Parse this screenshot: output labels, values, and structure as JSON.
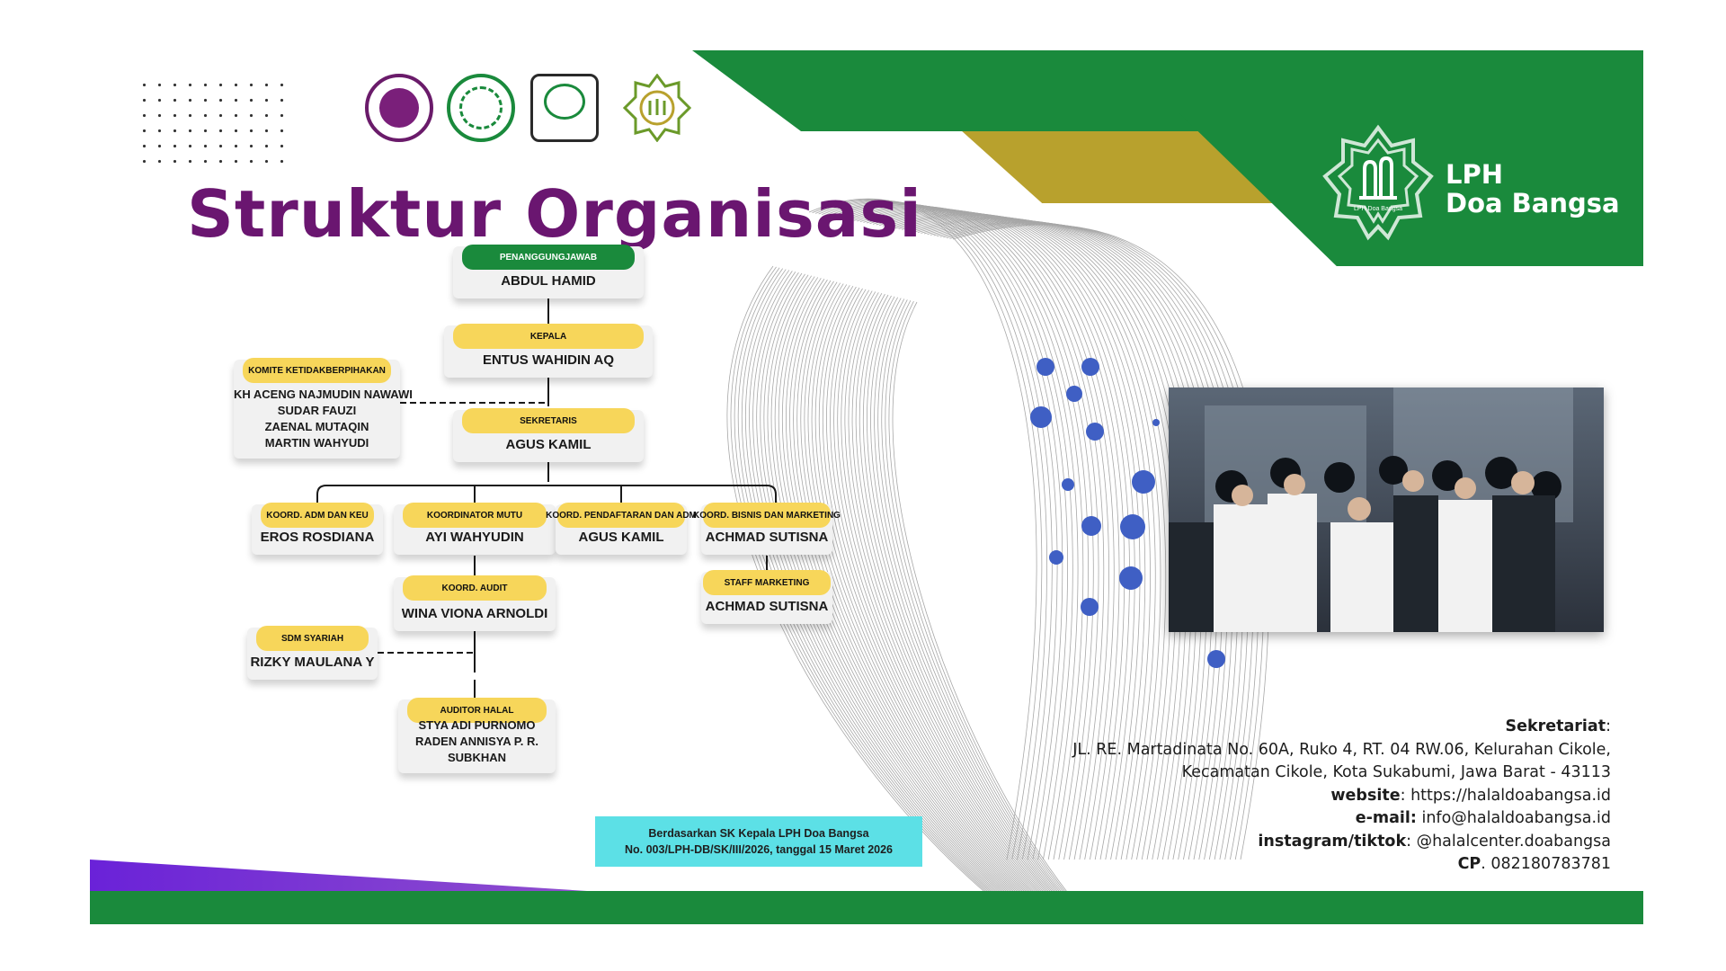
{
  "header": {
    "title": "Struktur Organisasi",
    "brand_line1": "LPH",
    "brand_line2": "Doa Bangsa",
    "logo_small_text": "LPH Doa Bangsa"
  },
  "logos": [
    "garuda-emblem",
    "mui-emblem",
    "ministry-emblem",
    "lph-star-emblem"
  ],
  "org": {
    "penanggungjawab": {
      "title": "PENANGGUNGJAWAB",
      "name": "ABDUL HAMID"
    },
    "kepala": {
      "title": "KEPALA",
      "name": "ENTUS WAHIDIN AQ"
    },
    "komite": {
      "title": "KOMITE KETIDAKBERPIHAKAN",
      "names": [
        "KH ACENG NAJMUDIN NAWAWI",
        "SUDAR FAUZI",
        "ZAENAL MUTAQIN",
        "MARTIN WAHYUDI"
      ]
    },
    "sekretaris": {
      "title": "SEKRETARIS",
      "name": "AGUS KAMIL"
    },
    "koord_adm": {
      "title": "KOORD. ADM DAN KEU",
      "name": "EROS ROSDIANA"
    },
    "koord_mutu": {
      "title": "KOORDINATOR MUTU",
      "name": "AYI WAHYUDIN"
    },
    "koord_pendaftaran": {
      "title": "KOORD. PENDAFTARAN DAN ADM",
      "name": "AGUS KAMIL"
    },
    "koord_bisnis": {
      "title": "KOORD. BISNIS DAN MARKETING",
      "name": "ACHMAD SUTISNA"
    },
    "staff_marketing": {
      "title": "STAFF MARKETING",
      "name": "ACHMAD SUTISNA"
    },
    "koord_audit": {
      "title": "KOORD. AUDIT",
      "name": "WINA VIONA ARNOLDI"
    },
    "sdm_syariah": {
      "title": "SDM SYARIAH",
      "name": "RIZKY MAULANA Y"
    },
    "auditor": {
      "title": "AUDITOR HALAL",
      "names": [
        "STYA ADI PURNOMO",
        "RADEN ANNISYA P. R.",
        "SUBKHAN"
      ]
    }
  },
  "sk_note": {
    "line1": "Berdasarkan SK Kepala LPH Doa Bangsa",
    "line2": "No. 003/LPH-DB/SK/III/2026, tanggal 15 Maret 2026"
  },
  "contact": {
    "sekretariat_label": "Sekretariat",
    "address_line1": "JL. RE. Martadinata No. 60A, Ruko 4, RT. 04 RW.06, Kelurahan Cikole,",
    "address_line2": "Kecamatan Cikole, Kota Sukabumi, Jawa Barat - 43113",
    "website_label": "website",
    "website": "https://halaldoabangsa.id",
    "email_label": "e-mail:",
    "email": "info@halaldoabangsa.id",
    "instagram_label": "instagram/tiktok",
    "instagram": "@halalcenter.doabangsa",
    "cp_label": "CP",
    "cp": "082180783781"
  },
  "colors": {
    "title_purple": "#6a1670",
    "green": "#1a8a3c",
    "gold": "#b8a12d",
    "pill_yellow": "#f7d65a",
    "note_cyan": "#5ce0e6",
    "dot_blue": "#3f5fc4"
  }
}
